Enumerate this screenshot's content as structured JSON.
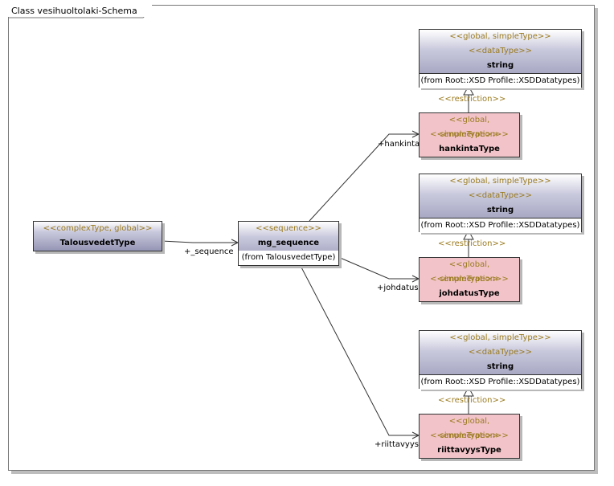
{
  "frame": {
    "title": "Class vesihuoltolaki-Schema"
  },
  "classes": {
    "talousvedet": {
      "stereotype": "<<complexType, global>>",
      "name": "TalousvedetType"
    },
    "mg_sequence": {
      "stereotype": "<<sequence>>",
      "name": "mg_sequence",
      "from": "(from TalousvedetType)"
    },
    "string1": {
      "stereotype1": "<<global, simpleType>>",
      "stereotype2": "<<dataType>>",
      "name": "string",
      "from": "(from Root::XSD Profile::XSDDatatypes)"
    },
    "string2": {
      "stereotype1": "<<global, simpleType>>",
      "stereotype2": "<<dataType>>",
      "name": "string",
      "from": "(from Root::XSD Profile::XSDDatatypes)"
    },
    "string3": {
      "stereotype1": "<<global, simpleType>>",
      "stereotype2": "<<dataType>>",
      "name": "string",
      "from": "(from Root::XSD Profile::XSDDatatypes)"
    },
    "hankinta": {
      "stereotype1": "<<global, simpleType>>",
      "stereotype2": "<<enumeration>>",
      "name": "hankintaType"
    },
    "johdatus": {
      "stereotype1": "<<global, simpleType>>",
      "stereotype2": "<<enumeration>>",
      "name": "johdatusType"
    },
    "riittavyys": {
      "stereotype1": "<<global, simpleType>>",
      "stereotype2": "<<enumeration>>",
      "name": "riittavyysType"
    }
  },
  "connectors": {
    "sequence_role": "+_sequence",
    "hankinta_role": "+hankinta",
    "johdatus_role": "+johdatus",
    "riittavyys_role": "+riittavyys",
    "restriction1": "<<restriction>>",
    "restriction2": "<<restriction>>",
    "restriction3": "<<restriction>>"
  },
  "colors": {
    "stereotype_text": "#9a7a1e",
    "enum_fill": "#f2c4c9",
    "datatype_fill": "#9595b5"
  }
}
